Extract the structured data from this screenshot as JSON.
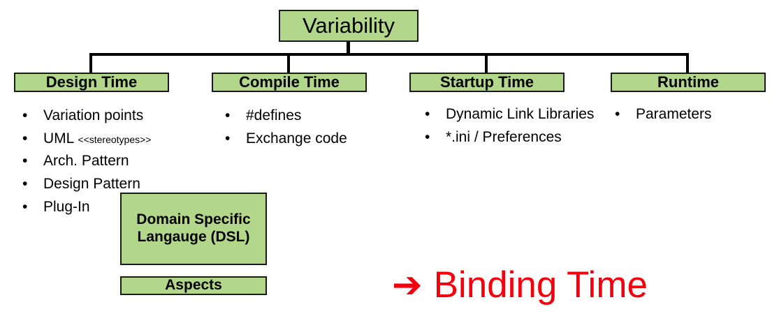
{
  "diagram": {
    "root": {
      "label": "Variability"
    },
    "phases": [
      {
        "label": "Design Time"
      },
      {
        "label": "Compile Time"
      },
      {
        "label": "Startup Time"
      },
      {
        "label": "Runtime"
      }
    ],
    "columns": [
      {
        "name": "design-time",
        "items": [
          {
            "text": "Variation points"
          },
          {
            "text": "UML",
            "suffix": "<<stereotypes>>"
          },
          {
            "text": "Arch. Pattern"
          },
          {
            "text": "Design Pattern"
          },
          {
            "text": "Plug-In"
          }
        ]
      },
      {
        "name": "compile-time",
        "items": [
          {
            "text": "#defines"
          },
          {
            "text": "Exchange code"
          }
        ]
      },
      {
        "name": "startup-time",
        "items": [
          {
            "text": "Dynamic Link Libraries"
          },
          {
            "text": "*.ini / Preferences"
          }
        ]
      },
      {
        "name": "runtime",
        "items": [
          {
            "text": "Parameters"
          }
        ]
      }
    ],
    "extra_boxes": [
      {
        "name": "dsl",
        "label": "Domain Specific Langauge (DSL)"
      },
      {
        "name": "aspects",
        "label": "Aspects"
      }
    ],
    "callout": {
      "arrow_icon": "right-arrow-icon",
      "arrow_glyph": "➔",
      "label": "Binding Time"
    },
    "bullet_glyph": "•",
    "colors": {
      "box_fill": "#b2d78a",
      "box_border": "#1a1a1a",
      "callout_red": "#f5000d",
      "text": "#000000",
      "background": "#ffffff"
    }
  }
}
